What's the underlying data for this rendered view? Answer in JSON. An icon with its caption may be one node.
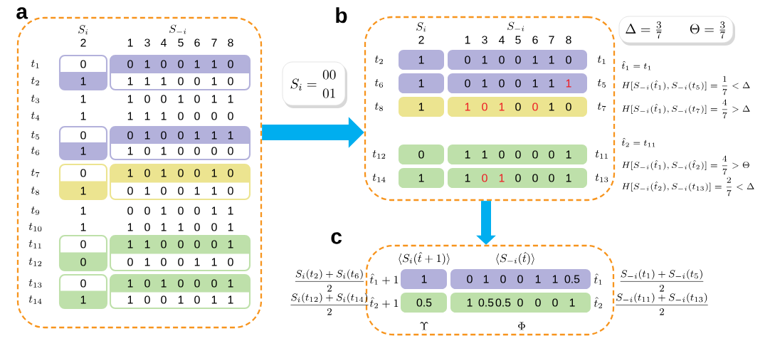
{
  "diagram": {
    "nodes": [
      {
        "text": [
          "a"
        ]
      },
      {
        "text": [
          "0",
          "1"
        ],
        "in": 0
      },
      {
        "text": [
          "0",
          "1",
          "0",
          "0",
          "1",
          "1",
          "0",
          "1",
          "1",
          "1",
          "0",
          "0",
          "1",
          "0"
        ],
        "in": 0
      },
      {
        "text": [
          "0",
          "1"
        ],
        "in": 0
      },
      {
        "text": [
          "0",
          "1",
          "0",
          "0",
          "1",
          "1",
          "1",
          "1",
          "0",
          "1",
          "0",
          "0",
          "0",
          "0"
        ],
        "in": 0
      },
      {
        "text": [
          "0",
          "1"
        ],
        "in": 0
      },
      {
        "text": [
          "1",
          "0",
          "1",
          "0",
          "0",
          "1",
          "0",
          "0",
          "1",
          "0",
          "0",
          "1",
          "1",
          "0"
        ],
        "in": 0
      },
      {
        "text": [
          "0",
          "0"
        ],
        "in": 0
      },
      {
        "text": [
          "1",
          "1",
          "0",
          "0",
          "0",
          "0",
          "1",
          "0",
          "1",
          "0",
          "0",
          "1",
          "1",
          "0"
        ],
        "in": 0
      },
      {
        "text": [
          "0",
          "1"
        ],
        "in": 0
      },
      {
        "text": [
          "1",
          "0",
          "1",
          "0",
          "0",
          "0",
          "1",
          "1",
          "0",
          "0",
          "1",
          "0",
          "1",
          "1"
        ],
        "in": 0
      },
      {
        "text": [
          "S_{i} = \\genfrac{}{}{0pt}{0}{00}{01}"
        ]
      },
      {
        "text": [
          "b"
        ]
      },
      {
        "text": [
          "1"
        ],
        "in": 12
      },
      {
        "text": [
          "0",
          "1",
          "0",
          "0",
          "1",
          "1",
          "0"
        ],
        "in": 12
      },
      {
        "text": [
          "1"
        ],
        "in": 12
      },
      {
        "text": [
          "0",
          "1",
          "0",
          "0",
          "1",
          "1",
          "1"
        ],
        "in": 12
      },
      {
        "text": [
          "1"
        ],
        "in": 12
      },
      {
        "text": [
          "1",
          "0",
          "1",
          "0",
          "0",
          "1",
          "0"
        ],
        "in": 12
      },
      {
        "text": [
          "0"
        ],
        "in": 12
      },
      {
        "text": [
          "1",
          "1",
          "0",
          "0",
          "0",
          "0",
          "1"
        ],
        "in": 12
      },
      {
        "text": [
          "1"
        ],
        "in": 12
      },
      {
        "text": [
          "1",
          "0",
          "1",
          "0",
          "0",
          "0",
          "1"
        ],
        "in": 12
      },
      {
        "text": [
          "\\Delta = \\frac{3}{7}",
          "\\Theta = \\frac{3}{7}"
        ]
      },
      {
        "text": [
          "c"
        ]
      },
      {
        "text": [
          "1"
        ],
        "in": 24
      },
      {
        "text": [
          "0",
          "1",
          "0",
          "0",
          "1",
          "1",
          "0.5"
        ],
        "in": 24
      },
      {
        "text": [
          "0.5"
        ],
        "in": 24
      },
      {
        "text": [
          "1",
          "0.5",
          "0.5",
          "0",
          "0",
          "0",
          "1"
        ],
        "in": 24
      }
    ],
    "edges": [
      {
        "from": 0,
        "to": 12,
        "arrow": "to"
      },
      {
        "from": 12,
        "to": 24,
        "arrow": "to"
      }
    ],
    "labels": [
      "S_{i}",
      "S_{-i}",
      "2",
      "1",
      "3",
      "4",
      "5",
      "6",
      "7",
      "8",
      "t_{1}",
      "t_{2}",
      "t_{3}",
      "1",
      "1",
      "0",
      "0",
      "1",
      "0",
      "1",
      "1",
      "t_{4}",
      "1",
      "1",
      "1",
      "1",
      "0",
      "0",
      "0",
      "0",
      "t_{5}",
      "t_{6}",
      "t_{7}",
      "t_{8}",
      "t_{9}",
      "1",
      "0",
      "0",
      "1",
      "0",
      "0",
      "1",
      "1",
      "t_{10}",
      "1",
      "1",
      "0",
      "1",
      "1",
      "0",
      "0",
      "1",
      "t_{11}",
      "t_{12}",
      "t_{13}",
      "t_{14}",
      "S_{i}",
      "S_{-i}",
      "2",
      "1",
      "3",
      "4",
      "5",
      "6",
      "7",
      "8",
      "t_{2}",
      "t_{1}",
      "t_{6}",
      "t_{5}",
      "t_{8}",
      "t_{7}",
      "t_{12}",
      "t_{11}",
      "t_{14}",
      "t_{13}",
      "\\hat{t}_{1} = t_{1}",
      "H[S_{-i}(\\hat{t}_{1}),S_{-i}(t_{5})] = \\frac{1}{7} < \\Delta",
      "H[S_{-i}(\\hat{t}_{1}),S_{-i}(t_{7})] = \\frac{4}{7} > \\Delta",
      "\\hat{t}_{2} = t_{11}",
      "H[S_{-i}(\\hat{t}_{1}),S_{-i}(\\hat{t}_{2})] = \\frac{4}{7} > \\Theta",
      "H[S_{-i}(\\hat{t}_{2}),S_{-i}(t_{13})] = \\frac{2}{7} < \\Delta",
      "\\langle S_{i}(\\hat{t}+1)\\rangle",
      "\\langle S_{-i}(\\hat{t})\\rangle",
      "\\frac{S_{i}(t_{2})+S_{i}(t_{6})}{2}",
      "\\hat{t}_{1}+1",
      "\\hat{t}_{1}",
      "\\frac{S_{-i}(t_{1})+S_{-i}(t_{5})}{2}",
      "\\frac{S_{i}(t_{12})+S_{i}(t_{14})}{2}",
      "\\hat{t}_{2}+1",
      "\\hat{t}_{2}",
      "\\frac{S_{-i}(t_{11})+S_{-i}(t_{13})}{2}",
      "\\Upsilon",
      "\\Phi"
    ]
  }
}
